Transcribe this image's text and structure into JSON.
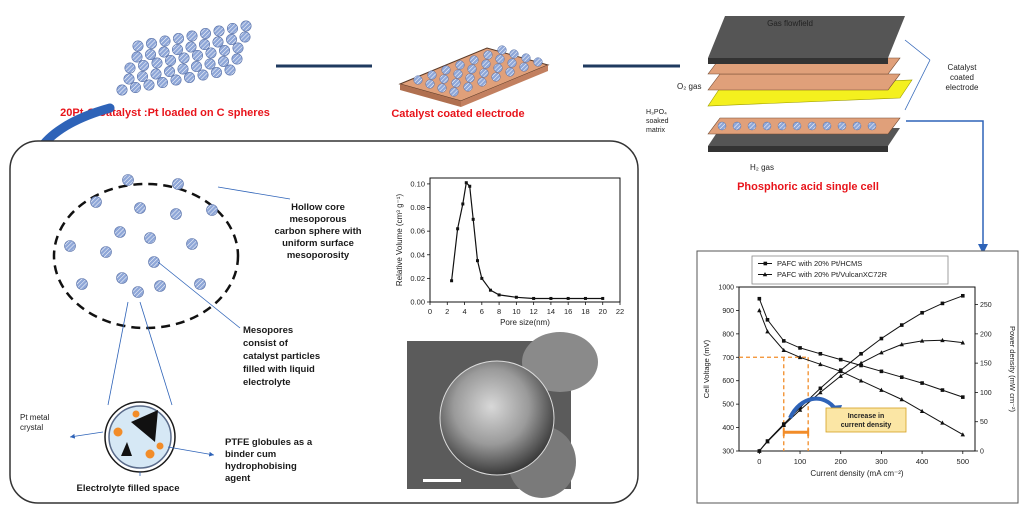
{
  "colors": {
    "accent_red": "#e8141b",
    "navy_line": "#1f3a5f",
    "arrow_blue": "#2e63b8",
    "sphere_blue": "#8fa7d8",
    "electrode_copper": "#e0a07a",
    "membrane_yellow": "#f4f01e",
    "highlight_orange": "#f28c28",
    "note_fill": "#fbe6a5"
  },
  "top": {
    "catalyst_label": "20Pt-C Catalyst :Pt loaded on C spheres",
    "electrode_label": "Catalyst coated electrode",
    "cell_label": "Phosphoric acid single cell",
    "gas_flowfield": "Gas flowfield",
    "o2_gas": "O₂ gas",
    "h3po4_line1": "H₃PO₄",
    "h3po4_line2": "soaked",
    "h3po4_line3": "matrix",
    "h2_gas": "H₂ gas",
    "cce_line1": "Catalyst",
    "cce_line2": "coated",
    "cce_line3": "electrode"
  },
  "panel": {
    "hollow_line1": "Hollow core",
    "hollow_line2": "mesoporous",
    "hollow_line3": "carbon sphere with",
    "hollow_line4": "uniform  surface",
    "hollow_line5": "mesoporosity",
    "meso_line1": "Mesopores",
    "meso_line2": "consist of",
    "meso_line3": "catalyst particles",
    "meso_line4": "filled with liquid",
    "meso_line5": "electrolyte",
    "pt_line1": "Pt metal",
    "pt_line2": "crystal",
    "ptfe_line1": "PTFE globules as a",
    "ptfe_line2": "binder cum",
    "ptfe_line3": "hydrophobising",
    "ptfe_line4": "agent",
    "electrolyte_space": "Electrolyte filled space"
  },
  "pore_chart": {
    "type": "line",
    "xlabel": "Pore size(nm)",
    "ylabel": "Relative Volume (cm³ g⁻¹)",
    "xlim": [
      0,
      22
    ],
    "ylim": [
      0.0,
      0.105
    ],
    "xticks": [
      "0",
      "2",
      "4",
      "6",
      "8",
      "10",
      "12",
      "14",
      "16",
      "18",
      "20",
      "22"
    ],
    "yticks": [
      "0.00",
      "0.02",
      "0.04",
      "0.06",
      "0.08",
      "0.10"
    ],
    "x": [
      2.5,
      3.2,
      3.8,
      4.2,
      4.6,
      5.0,
      5.5,
      6.0,
      7.0,
      8.0,
      10.0,
      12.0,
      14.0,
      16.0,
      18.0,
      20.0
    ],
    "y": [
      0.018,
      0.062,
      0.083,
      0.101,
      0.098,
      0.07,
      0.035,
      0.02,
      0.01,
      0.006,
      0.004,
      0.003,
      0.003,
      0.003,
      0.003,
      0.003
    ]
  },
  "pol_chart": {
    "type": "line",
    "xlabel": "Current density (mA cm⁻²)",
    "ylabel_left": "Cell Voltage (mV)",
    "ylabel_right": "Power density (mW cm⁻²)",
    "xlim": [
      -50,
      530
    ],
    "ylim_left": [
      300,
      1000
    ],
    "ylim_right": [
      0,
      280
    ],
    "xticks": [
      "0",
      "100",
      "200",
      "300",
      "400",
      "500"
    ],
    "yticks_left": [
      "300",
      "400",
      "500",
      "600",
      "700",
      "800",
      "900",
      "1000"
    ],
    "yticks_right": [
      "0",
      "50",
      "100",
      "150",
      "200",
      "250"
    ],
    "legend": [
      "PAFC with 20% Pt/HCMS",
      "PAFC with 20% Pt/VulcanXC72R"
    ],
    "voltage_series": [
      {
        "name": "PAFC with 20% Pt/HCMS",
        "x": [
          0,
          20,
          60,
          100,
          150,
          200,
          250,
          300,
          350,
          400,
          450,
          500
        ],
        "y": [
          950,
          860,
          770,
          740,
          715,
          690,
          665,
          640,
          615,
          590,
          560,
          530
        ]
      },
      {
        "name": "PAFC with 20% Pt/VulcanXC72R",
        "x": [
          0,
          20,
          60,
          100,
          150,
          200,
          250,
          300,
          350,
          400,
          450,
          500
        ],
        "y": [
          900,
          810,
          730,
          700,
          670,
          640,
          600,
          560,
          520,
          470,
          420,
          370
        ]
      }
    ],
    "power_series": [
      {
        "name": "PAFC with 20% Pt/HCMS",
        "x": [
          0,
          20,
          60,
          100,
          150,
          200,
          250,
          300,
          350,
          400,
          450,
          500
        ],
        "y": [
          0,
          17,
          46,
          74,
          107,
          138,
          166,
          192,
          215,
          236,
          252,
          265
        ]
      },
      {
        "name": "PAFC with 20% Pt/VulcanXC72R",
        "x": [
          0,
          20,
          60,
          100,
          150,
          200,
          250,
          300,
          350,
          400,
          450,
          500
        ],
        "y": [
          0,
          16,
          44,
          70,
          100,
          128,
          150,
          168,
          182,
          188,
          189,
          185
        ]
      }
    ],
    "ref_voltage": 700,
    "ref_current_a": 60,
    "ref_current_b": 120,
    "note_line1": "Increase in",
    "note_line2": "current density"
  }
}
